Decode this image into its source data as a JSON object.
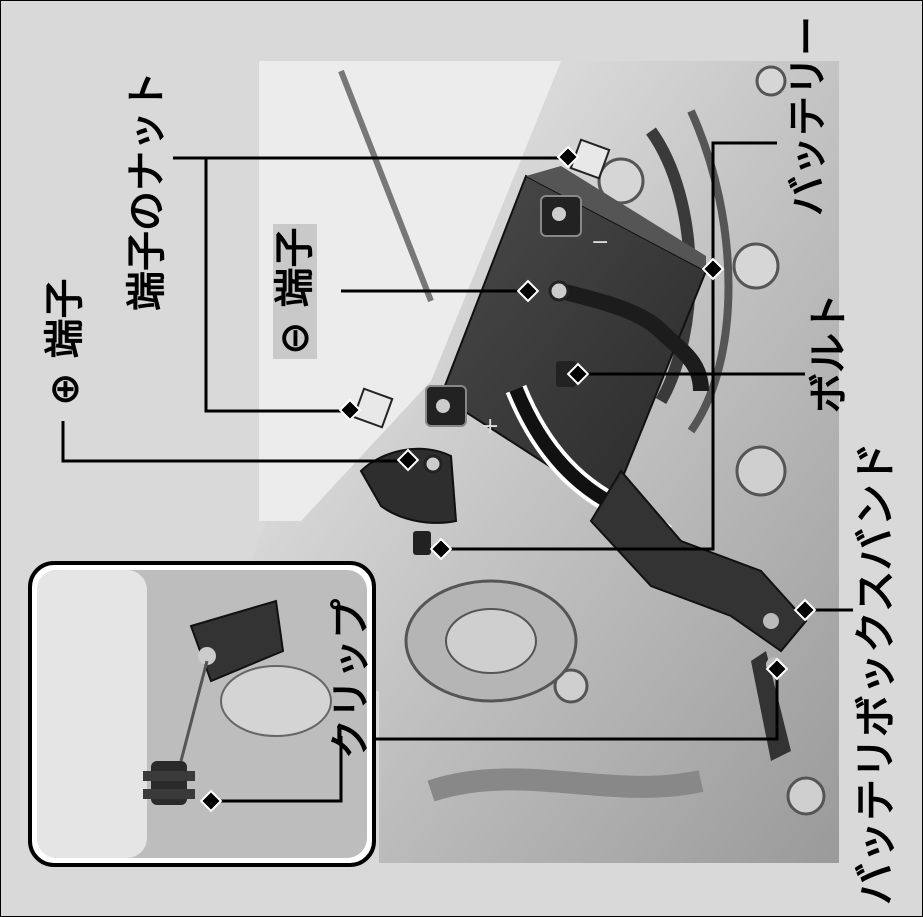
{
  "labels": {
    "plus_terminal": "⊕ 端子",
    "terminal_nut": "端子のナット",
    "minus_terminal": "⊖ 端子",
    "battery": "バッテリー",
    "bolt": "ボルト",
    "battery_box_band": "バッテリボックスバンド",
    "clip": "クリップ"
  },
  "colors": {
    "background": "#d9d9d9",
    "engine": "#bdbdbd",
    "battery_body": "#3a3a3a",
    "label_box": "#c9c9c9",
    "leader": "#000000"
  }
}
